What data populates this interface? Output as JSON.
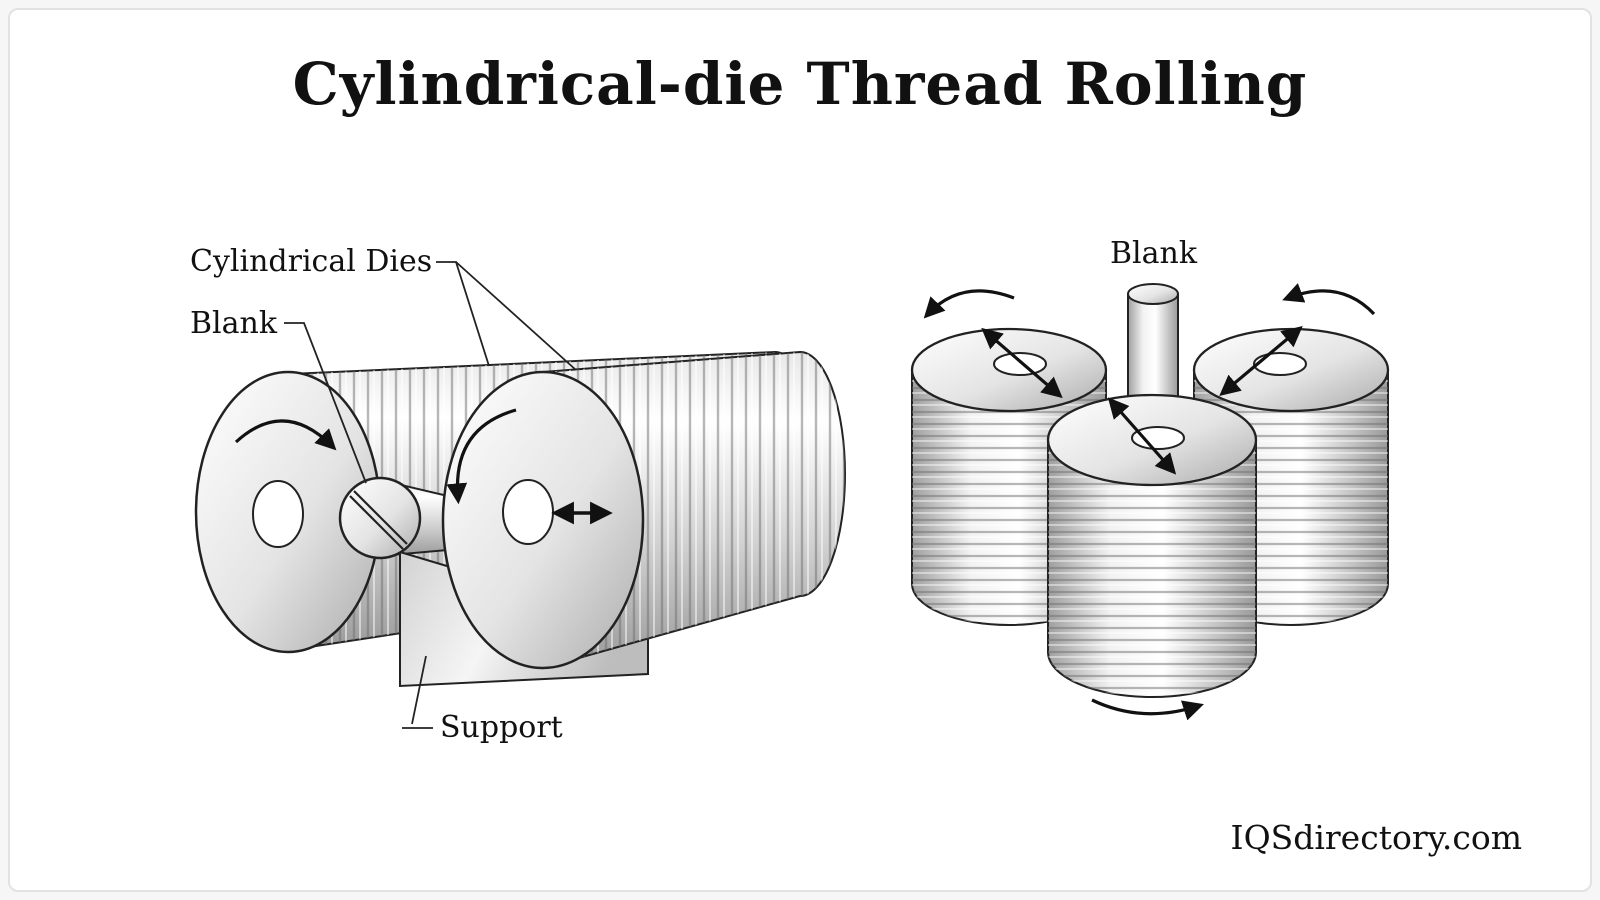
{
  "title": "Cylindrical-die Thread Rolling",
  "watermark": "IQSdirectory.com",
  "left_diagram": {
    "labels": {
      "cylindrical_dies": "Cylindrical Dies",
      "blank": "Blank",
      "support": "Support"
    }
  },
  "right_diagram": {
    "labels": {
      "blank": "Blank"
    }
  },
  "colors": {
    "ink": "#111111",
    "outline": "#222222",
    "metal_light": "#ffffff",
    "metal_dark": "#9a9a9a"
  }
}
